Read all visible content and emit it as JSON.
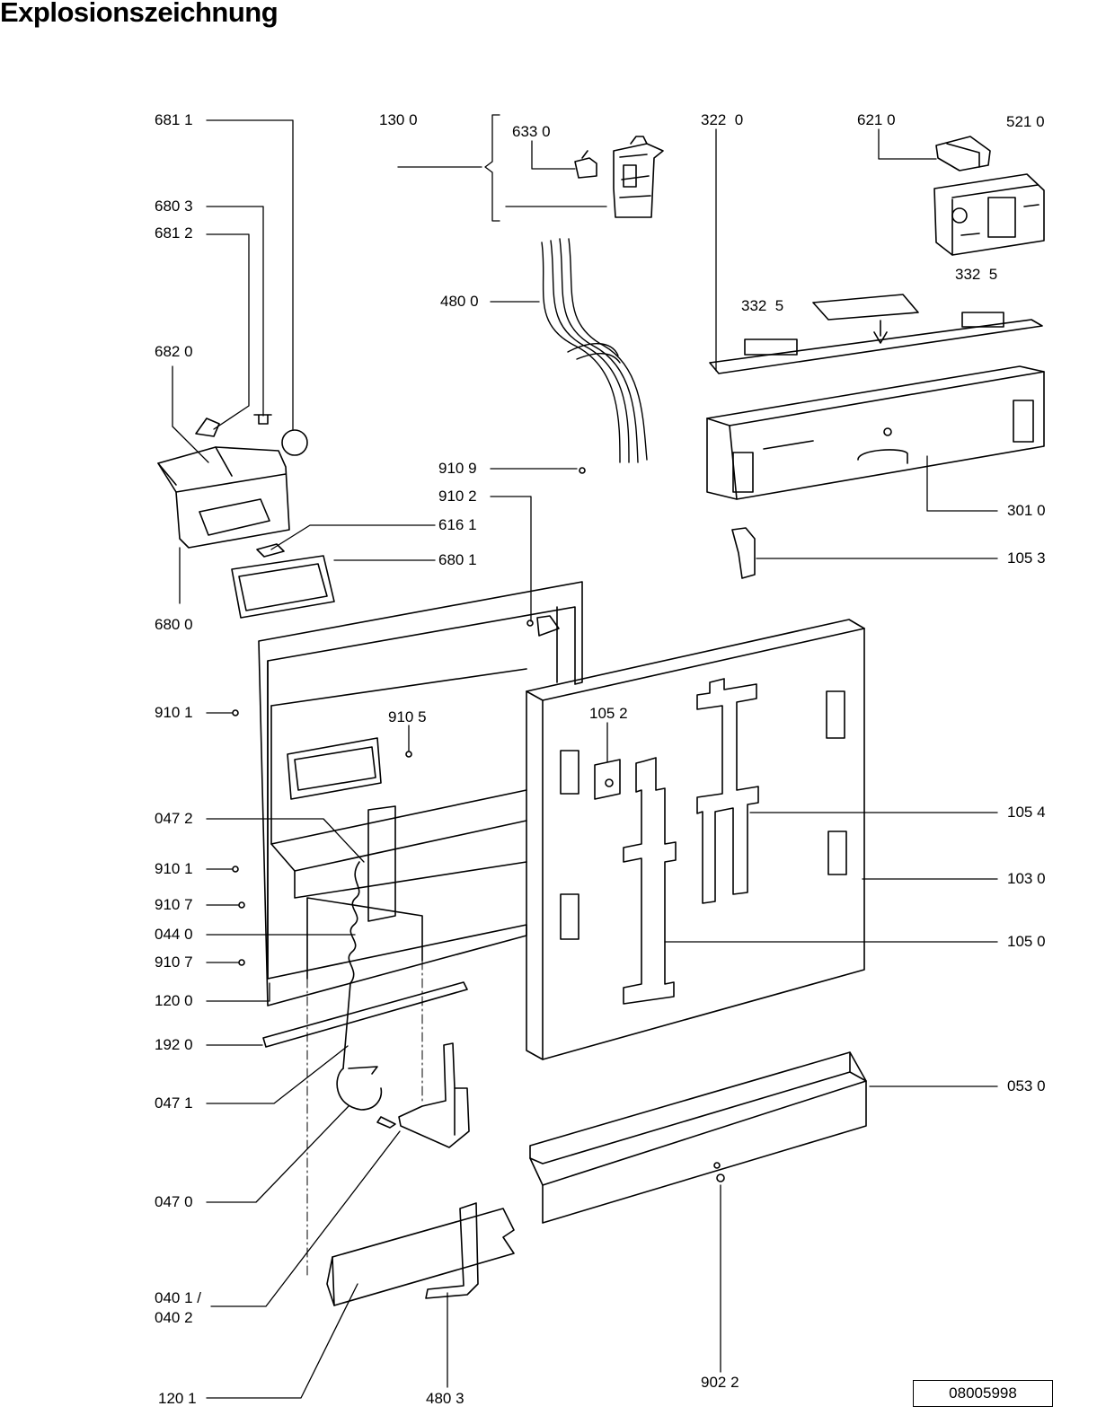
{
  "title": "Explosionszeichnung",
  "document_number": "08005998",
  "labels": [
    "681 1",
    "130 0",
    "633 0",
    "322  0",
    "621 0",
    "521 0",
    "680 3",
    "681 2",
    "480 0",
    "332  5",
    "332  5",
    "682 0",
    "910 9",
    "910 2",
    "616 1",
    "301 0",
    "680 1",
    "105 3",
    "680 0",
    "910 1",
    "910 5",
    "105 2",
    "047 2",
    "105 4",
    "910 1",
    "103 0",
    "910 7",
    "044 0",
    "105 0",
    "910 7",
    "120 0",
    "192 0",
    "047 1",
    "053 0",
    "047 0",
    "040 1 /",
    "040 2",
    "902 2",
    "120 1",
    "480 3"
  ]
}
